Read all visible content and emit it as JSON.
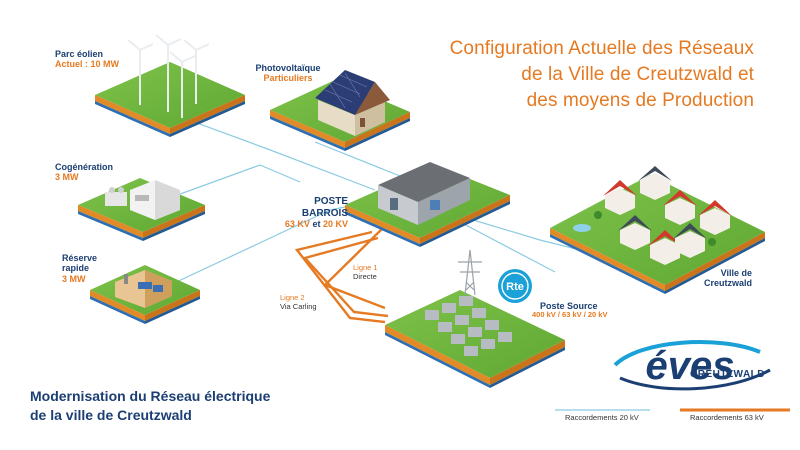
{
  "title": {
    "line1": "Configuration Actuelle des Réseaux",
    "line2": "de la Ville de Creutzwald et",
    "line3": "des moyens de Production"
  },
  "subtitle": {
    "line1": "Modernisation du Réseau électrique",
    "line2": "de la ville de Creutzwald"
  },
  "nodes": {
    "eolien": {
      "name": "Parc éolien",
      "value": "Actuel : 10 MW"
    },
    "photovoltaique": {
      "name": "Photovoltaïque",
      "value": "Particuliers"
    },
    "cogeneration": {
      "name": "Cogénération",
      "value": "3 MW"
    },
    "reserve": {
      "name1": "Réserve",
      "name2": "rapide",
      "value": "3 MW"
    },
    "poste_barrois": {
      "name1": "POSTE",
      "name2": "BARROIS",
      "value_a": "63 KV",
      "value_et": "et",
      "value_b": "20 KV"
    },
    "ville": {
      "name1": "Ville de",
      "name2": "Creutzwald"
    },
    "poste_source": {
      "name": "Poste Source",
      "value": "400 kV / 63 kV / 20 kV",
      "badge": "Rte"
    }
  },
  "lines": {
    "ligne1": {
      "name": "Ligne 1",
      "desc": "Directe"
    },
    "ligne2": {
      "name": "Ligne 2",
      "desc": "Via Carling"
    }
  },
  "legend": {
    "blue": "Raccordements 20 kV",
    "orange": "Raccordements 63 kV"
  },
  "logo": {
    "word": "éves",
    "sub": "CREUTZWALD"
  },
  "colors": {
    "orange": "#e57a22",
    "navy": "#1b3f73",
    "blue_line": "#7cc4e0",
    "grass": "#6cb33f",
    "soil": "#e08a28"
  }
}
